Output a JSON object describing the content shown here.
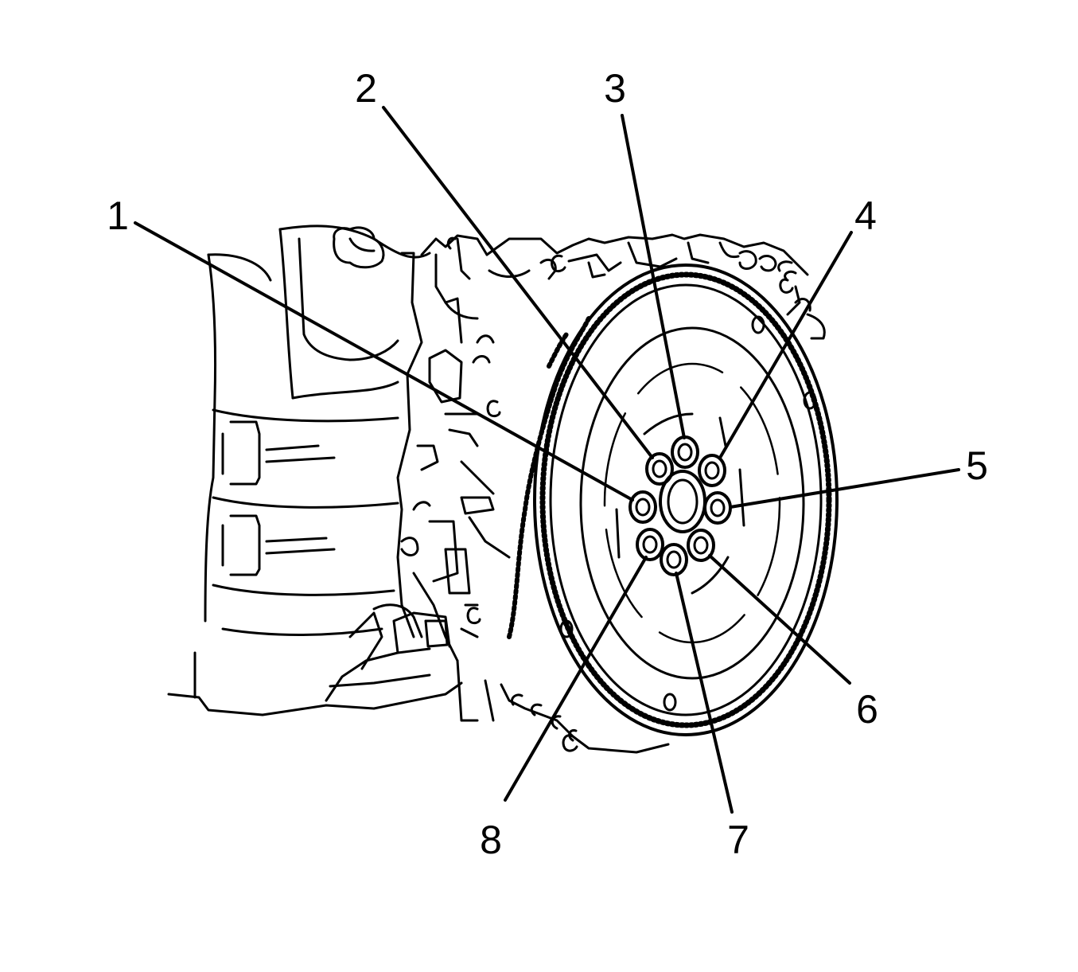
{
  "diagram": {
    "subject": "flywheel-bolt-tightening-sequence",
    "ink_color": "#000000",
    "paper_color": "#ffffff",
    "callouts": [
      {
        "id": "1",
        "label": "1"
      },
      {
        "id": "2",
        "label": "2"
      },
      {
        "id": "3",
        "label": "3"
      },
      {
        "id": "4",
        "label": "4"
      },
      {
        "id": "5",
        "label": "5"
      },
      {
        "id": "6",
        "label": "6"
      },
      {
        "id": "7",
        "label": "7"
      },
      {
        "id": "8",
        "label": "8"
      }
    ]
  }
}
